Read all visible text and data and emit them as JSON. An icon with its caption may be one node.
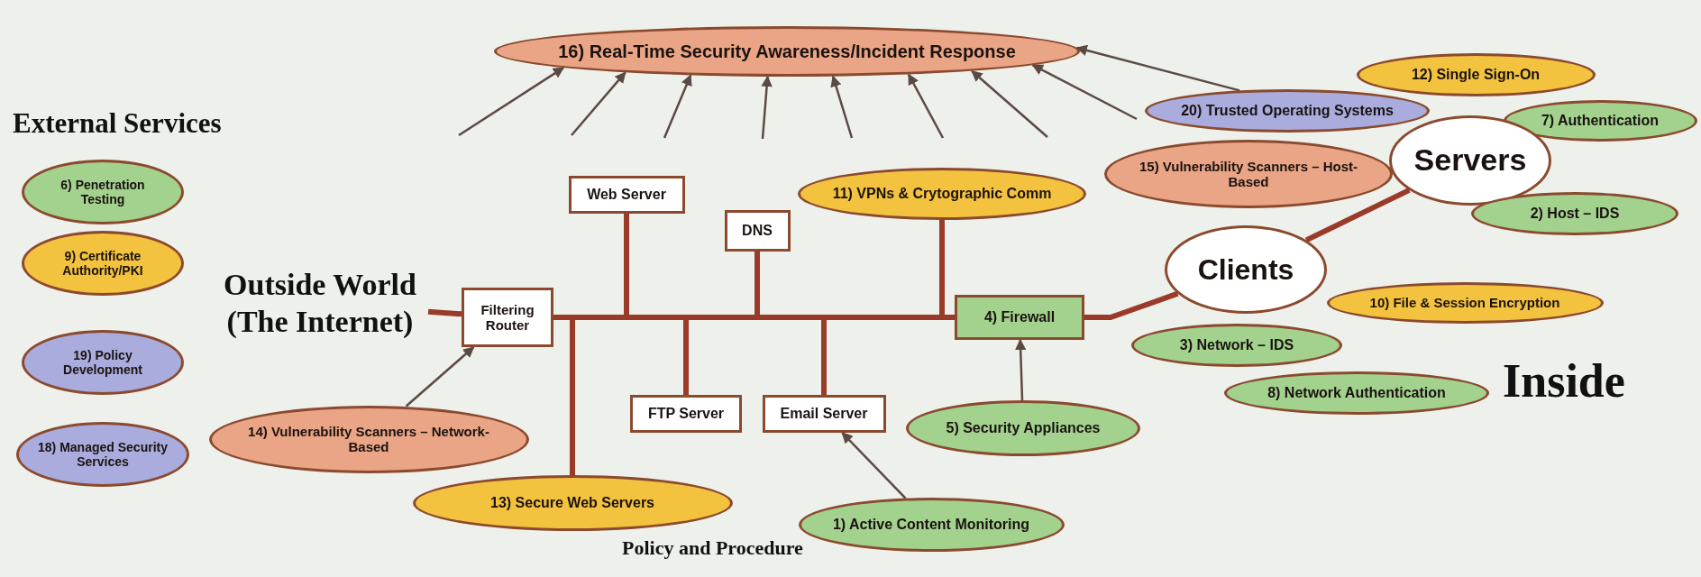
{
  "diagram": {
    "nodes": [
      {
        "text": [
          "16) Real-Time Security Awareness/Incident Response"
        ]
      },
      {
        "text": [
          "12) Single Sign-On"
        ]
      },
      {
        "text": [
          "20) Trusted Operating Systems"
        ]
      },
      {
        "text": [
          "7) Authentication"
        ]
      },
      {
        "text": [
          "Servers"
        ]
      },
      {
        "text": [
          "6) Penetration Testing"
        ]
      },
      {
        "text": [
          "15) Vulnerability Scanners – Host-Based"
        ]
      },
      {
        "text": [
          "Web Server"
        ]
      },
      {
        "text": [
          "11) VPNs & Crytographic Comm"
        ]
      },
      {
        "text": [
          "DNS"
        ]
      },
      {
        "text": [
          "2) Host – IDS"
        ]
      },
      {
        "text": [
          "9) Certificate Authority/PKI"
        ]
      },
      {
        "text": [
          "Clients"
        ]
      },
      {
        "text": [
          "Outside World (The Internet)"
        ]
      },
      {
        "text": [
          "Filtering Router"
        ]
      },
      {
        "text": [
          "4) Firewall"
        ]
      },
      {
        "text": [
          "10) File & Session Encryption"
        ]
      },
      {
        "text": [
          "3) Network – IDS"
        ]
      },
      {
        "text": [
          "19) Policy Development"
        ]
      },
      {
        "text": [
          "8) Network Authentication"
        ]
      },
      {
        "text": [
          "FTP Server"
        ]
      },
      {
        "text": [
          "Email Server"
        ]
      },
      {
        "text": [
          "14) Vulnerability Scanners – Network-Based"
        ]
      },
      {
        "text": [
          "5) Security Appliances"
        ]
      },
      {
        "text": [
          "18) Managed Security Services"
        ]
      },
      {
        "text": [
          "13) Secure Web Servers"
        ]
      },
      {
        "text": [
          "1) Active Content Monitoring"
        ]
      }
    ],
    "edges": [
      {
        "from": 13,
        "to": 14,
        "arrow": "none",
        "style": "thick",
        "color": "#9a3b2a"
      },
      {
        "from": 14,
        "to": 7,
        "arrow": "none",
        "style": "thick",
        "color": "#9a3b2a"
      },
      {
        "from": 14,
        "to": 9,
        "arrow": "none",
        "style": "thick",
        "color": "#9a3b2a"
      },
      {
        "from": 14,
        "to": 8,
        "arrow": "none",
        "style": "thick",
        "color": "#9a3b2a"
      },
      {
        "from": 14,
        "to": 20,
        "arrow": "none",
        "style": "thick",
        "color": "#9a3b2a"
      },
      {
        "from": 14,
        "to": 21,
        "arrow": "none",
        "style": "thick",
        "color": "#9a3b2a"
      },
      {
        "from": 14,
        "to": 25,
        "arrow": "none",
        "style": "thick",
        "color": "#9a3b2a"
      },
      {
        "from": 14,
        "to": 15,
        "arrow": "none",
        "style": "thick",
        "color": "#9a3b2a"
      },
      {
        "from": 15,
        "to": 12,
        "arrow": "none",
        "style": "thick",
        "color": "#9a3b2a"
      },
      {
        "from": 12,
        "to": 4,
        "arrow": "none",
        "style": "thick",
        "color": "#9a3b2a"
      },
      {
        "from": 22,
        "to": 14,
        "arrow": "to"
      },
      {
        "from": 26,
        "to": 21,
        "arrow": "to"
      },
      {
        "from": 23,
        "to": 15,
        "arrow": "to"
      },
      {
        "from": null,
        "to": 0,
        "arrow": "to"
      },
      {
        "from": null,
        "to": 0,
        "arrow": "to"
      },
      {
        "from": null,
        "to": 0,
        "arrow": "to"
      },
      {
        "from": null,
        "to": 0,
        "arrow": "to"
      },
      {
        "from": null,
        "to": 0,
        "arrow": "to"
      },
      {
        "from": null,
        "to": 0,
        "arrow": "to"
      },
      {
        "from": null,
        "to": 0,
        "arrow": "to"
      },
      {
        "from": 2,
        "to": 0,
        "arrow": "to"
      },
      {
        "from": 2,
        "to": 0,
        "arrow": "to"
      }
    ],
    "labels": [
      "External Services",
      "Inside",
      "Policy and Procedure"
    ]
  }
}
